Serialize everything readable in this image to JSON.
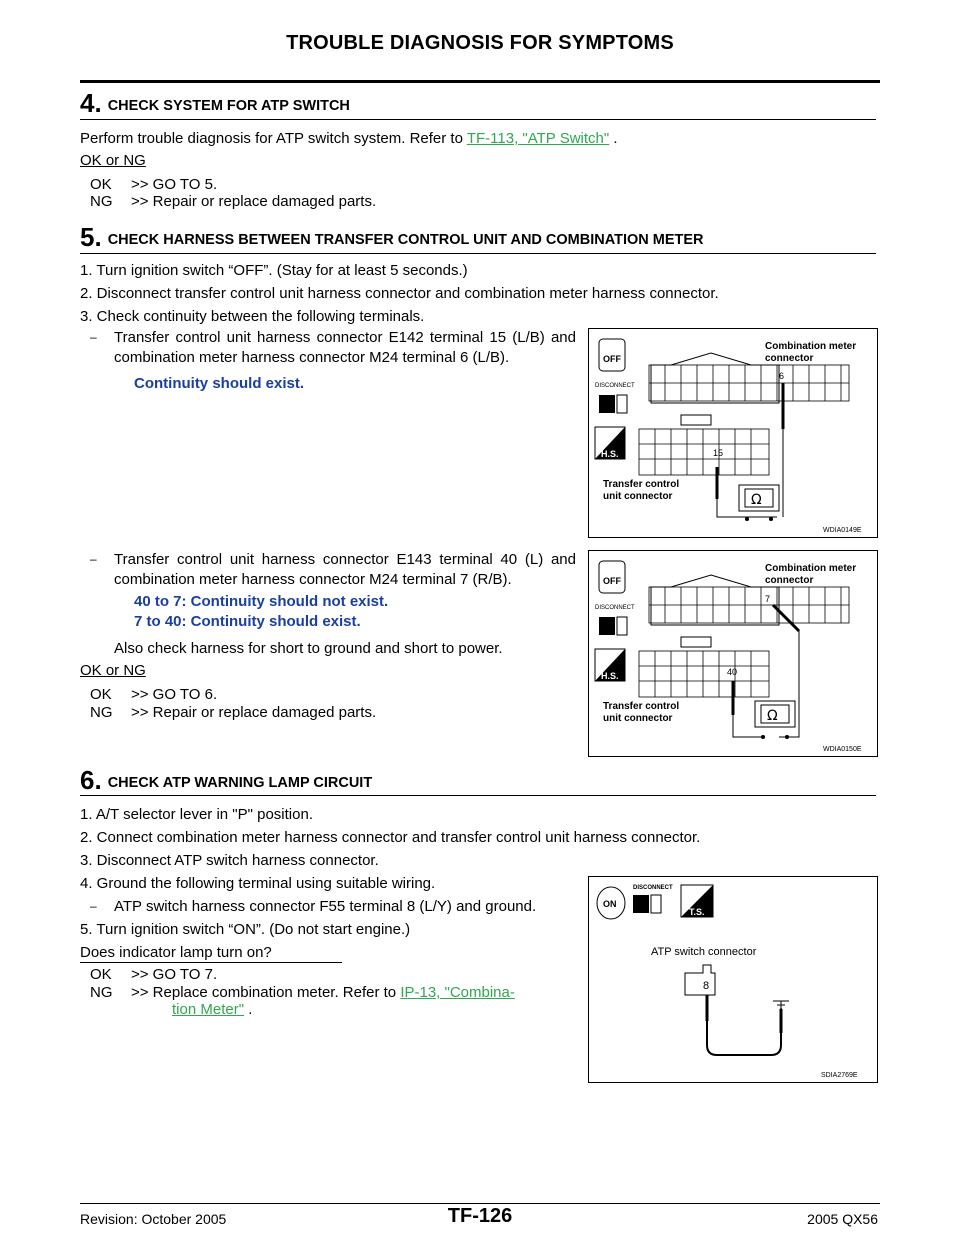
{
  "header": {
    "title": "TROUBLE DIAGNOSIS FOR SYMPTOMS"
  },
  "sec4": {
    "number": "4.",
    "title": "CHECK SYSTEM FOR ATP SWITCH",
    "body_prefix": "Perform trouble diagnosis for ATP switch system. Refer to",
    "link": "TF-113, \"ATP Switch\"",
    "body_suffix": ".",
    "okng": "OK or NG",
    "ok_label": "OK",
    "ok_text": ">> GO TO 5.",
    "ng_label": "NG",
    "ng_text": ">> Repair or replace damaged parts."
  },
  "sec5": {
    "number": "5.",
    "title": "CHECK HARNESS BETWEEN TRANSFER CONTROL UNIT AND COMBINATION METER",
    "steps": [
      "1. Turn ignition switch “OFF”. (Stay for at least 5 seconds.)",
      "2. Disconnect transfer control unit harness connector and combination meter harness connector.",
      "3. Check continuity between the following terminals."
    ],
    "bullet1": "Transfer control unit harness connector E142 terminal 15 (L/B) and combination meter harness connector M24 terminal 6 (L/B).",
    "note1": "Continuity should exist.",
    "bullet2": "Transfer control unit harness connector E143 terminal 40 (L) and combination meter harness connector M24 terminal 7 (R/B).",
    "note2a": "40 to 7: Continuity should not exist.",
    "note2b": "7 to 40: Continuity should exist.",
    "also": "Also check harness for short to ground and short to power.",
    "okng": "OK or NG",
    "ok_label": "OK",
    "ok_text": ">>  GO TO 6.",
    "ng_label": "NG",
    "ng_text": ">> Repair or replace damaged parts."
  },
  "fig1": {
    "label_meter_1": "Combination meter",
    "label_meter_2": "connector",
    "label_tcu_1": "Transfer control",
    "label_tcu_2": "unit connector",
    "pin_top": "6",
    "pin_bottom": "15",
    "off": "OFF",
    "disconnect": "DISCONNECT",
    "hs": "H.S.",
    "ohm": "Ω",
    "code": "WDIA0149E"
  },
  "fig2": {
    "label_meter_1": "Combination meter",
    "label_meter_2": "connector",
    "label_tcu_1": "Transfer control",
    "label_tcu_2": "unit connector",
    "pin_top": "7",
    "pin_bottom": "40",
    "off": "OFF",
    "disconnect": "DISCONNECT",
    "hs": "H.S.",
    "ohm": "Ω",
    "code": "WDIA0150E"
  },
  "sec6": {
    "number": "6.",
    "title": "CHECK ATP WARNING LAMP CIRCUIT",
    "steps": [
      "1. A/T selector lever in \"P\" position.",
      "2. Connect combination meter harness connector and transfer control unit harness connector.",
      "3. Disconnect ATP switch harness connector.",
      "4. Ground the following terminal using suitable wiring."
    ],
    "bullet": "ATP switch harness connector F55 terminal 8 (L/Y) and ground.",
    "step5": "5. Turn ignition switch “ON”. (Do not start engine.)",
    "question": "Does indicator lamp turn on?",
    "ok_label": "OK",
    "ok_text": ">> GO TO 7.",
    "ng_label": "NG",
    "ng_text_prefix": ">> Replace combination meter. Refer to",
    "ng_link_1": "IP-13, \"Combina-",
    "ng_link_2": "tion Meter\"",
    "ng_suffix": "."
  },
  "fig3": {
    "on": "ON",
    "disconnect": "DISCONNECT",
    "ts": "T.S.",
    "label": "ATP switch connector",
    "pin": "8",
    "code": "SDIA2769E"
  },
  "footer": {
    "revision": "Revision: October 2005",
    "page": "TF-126",
    "model": "2005 QX56"
  }
}
